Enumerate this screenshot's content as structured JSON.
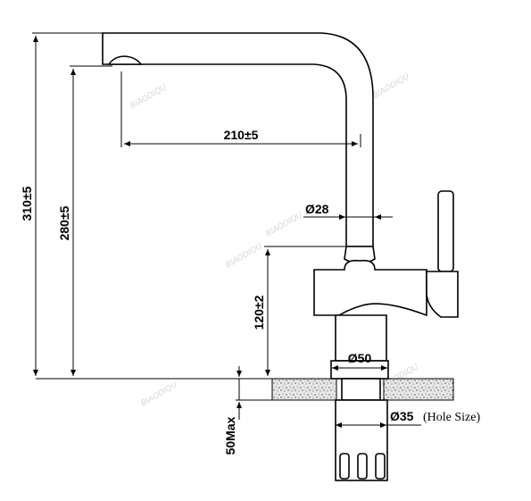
{
  "dimensions": {
    "overall_height": "310±5",
    "spout_height": "280±5",
    "reach": "210±5",
    "spout_diameter": "Ø28",
    "body_height": "120±2",
    "base_diameter": "Ø50",
    "max_counter_thickness": "50Max",
    "hole_size": "Ø35",
    "hole_size_note": "(Hole Size)"
  },
  "watermarks": [
    "BIAODIQU",
    "BIAODIQU",
    "BIAODIQU",
    "BIAODIQU",
    "BIAODIQU",
    "BIAODIQU"
  ]
}
